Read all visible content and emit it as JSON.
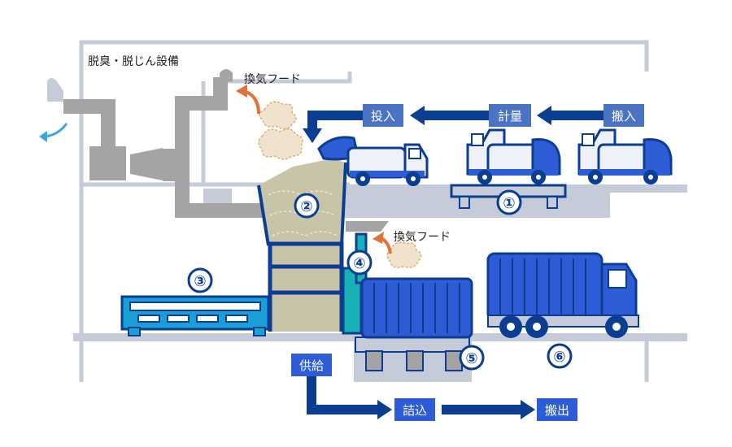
{
  "labels": {
    "deodorize": "脱臭・脱じん設備",
    "hood_top": "換気フード",
    "hood_mid": "換気フード"
  },
  "flow_top": {
    "toushu": "投入",
    "keiryo": "計量",
    "hannyu": "搬入"
  },
  "flow_bottom": {
    "kyokyu": "供給",
    "tsumekomi": "詰込",
    "hanshutsu": "搬出"
  },
  "numbers": {
    "n1": "①",
    "n2": "②",
    "n3": "③",
    "n4": "④",
    "n5": "⑤",
    "n6": "⑥"
  },
  "colors": {
    "navy": "#0b3d91",
    "blue": "#2e5cd6",
    "light_blue_box": "#4a73c4",
    "cyan": "#1aa0d8",
    "teal": "#19b1b8",
    "gray_structure": "#c5cbd9",
    "gray_pipe": "#a4a4a4",
    "hopper": "#c8c4a8",
    "smoke": "#e8d6b8",
    "arrow_orange": "#e0733a"
  }
}
